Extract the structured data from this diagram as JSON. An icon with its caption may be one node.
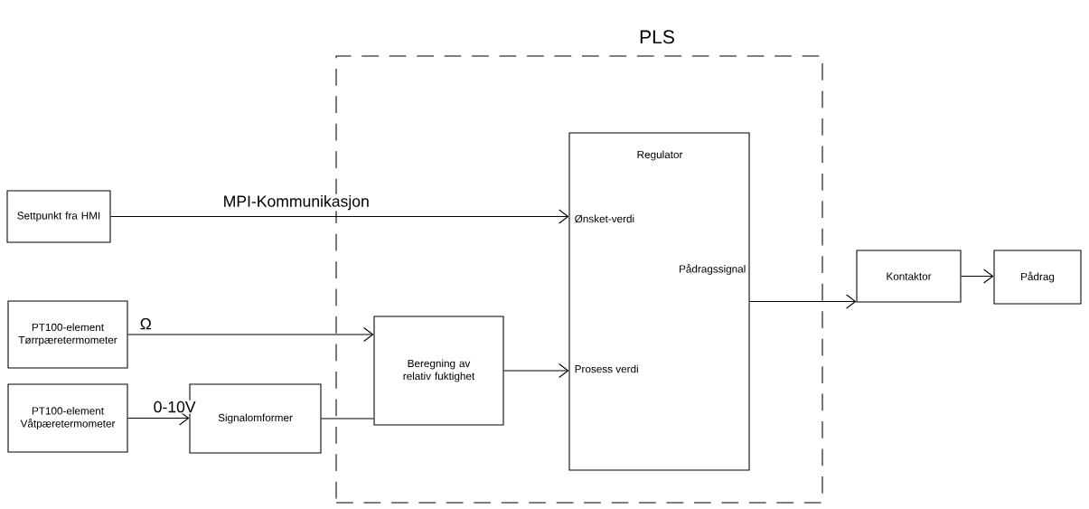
{
  "diagram": {
    "nodes": [
      {
        "text": [
          "PLS"
        ]
      },
      {
        "text": [
          "Settpunkt fra HMI"
        ]
      },
      {
        "text": [
          "PT100-element Tørrpæretermometer"
        ]
      },
      {
        "text": [
          "PT100-element Våtpæretermometer"
        ]
      },
      {
        "text": [
          "Signalomformer"
        ]
      },
      {
        "text": [
          "Beregning av relativ fuktighet"
        ],
        "in": 0
      },
      {
        "text": [
          "Regulator",
          "Ønsket-verdi",
          "Pådragssignal",
          "Prosess verdi"
        ],
        "in": 0
      },
      {
        "text": [
          "Kontaktor"
        ]
      },
      {
        "text": [
          "Pådrag"
        ]
      }
    ],
    "edges": [
      {
        "from": 1,
        "to": 6,
        "arrow": "to",
        "label": "MPI-Kommunikasjon"
      },
      {
        "from": 2,
        "to": 5,
        "arrow": "to",
        "label": "Ω"
      },
      {
        "from": 3,
        "to": 4,
        "arrow": "to",
        "label": "0-10V"
      },
      {
        "from": 4,
        "to": 5,
        "arrow": "none"
      },
      {
        "from": 5,
        "to": 6,
        "arrow": "to"
      },
      {
        "from": 6,
        "to": 7,
        "arrow": "to"
      },
      {
        "from": 7,
        "to": 8,
        "arrow": "to"
      }
    ]
  }
}
